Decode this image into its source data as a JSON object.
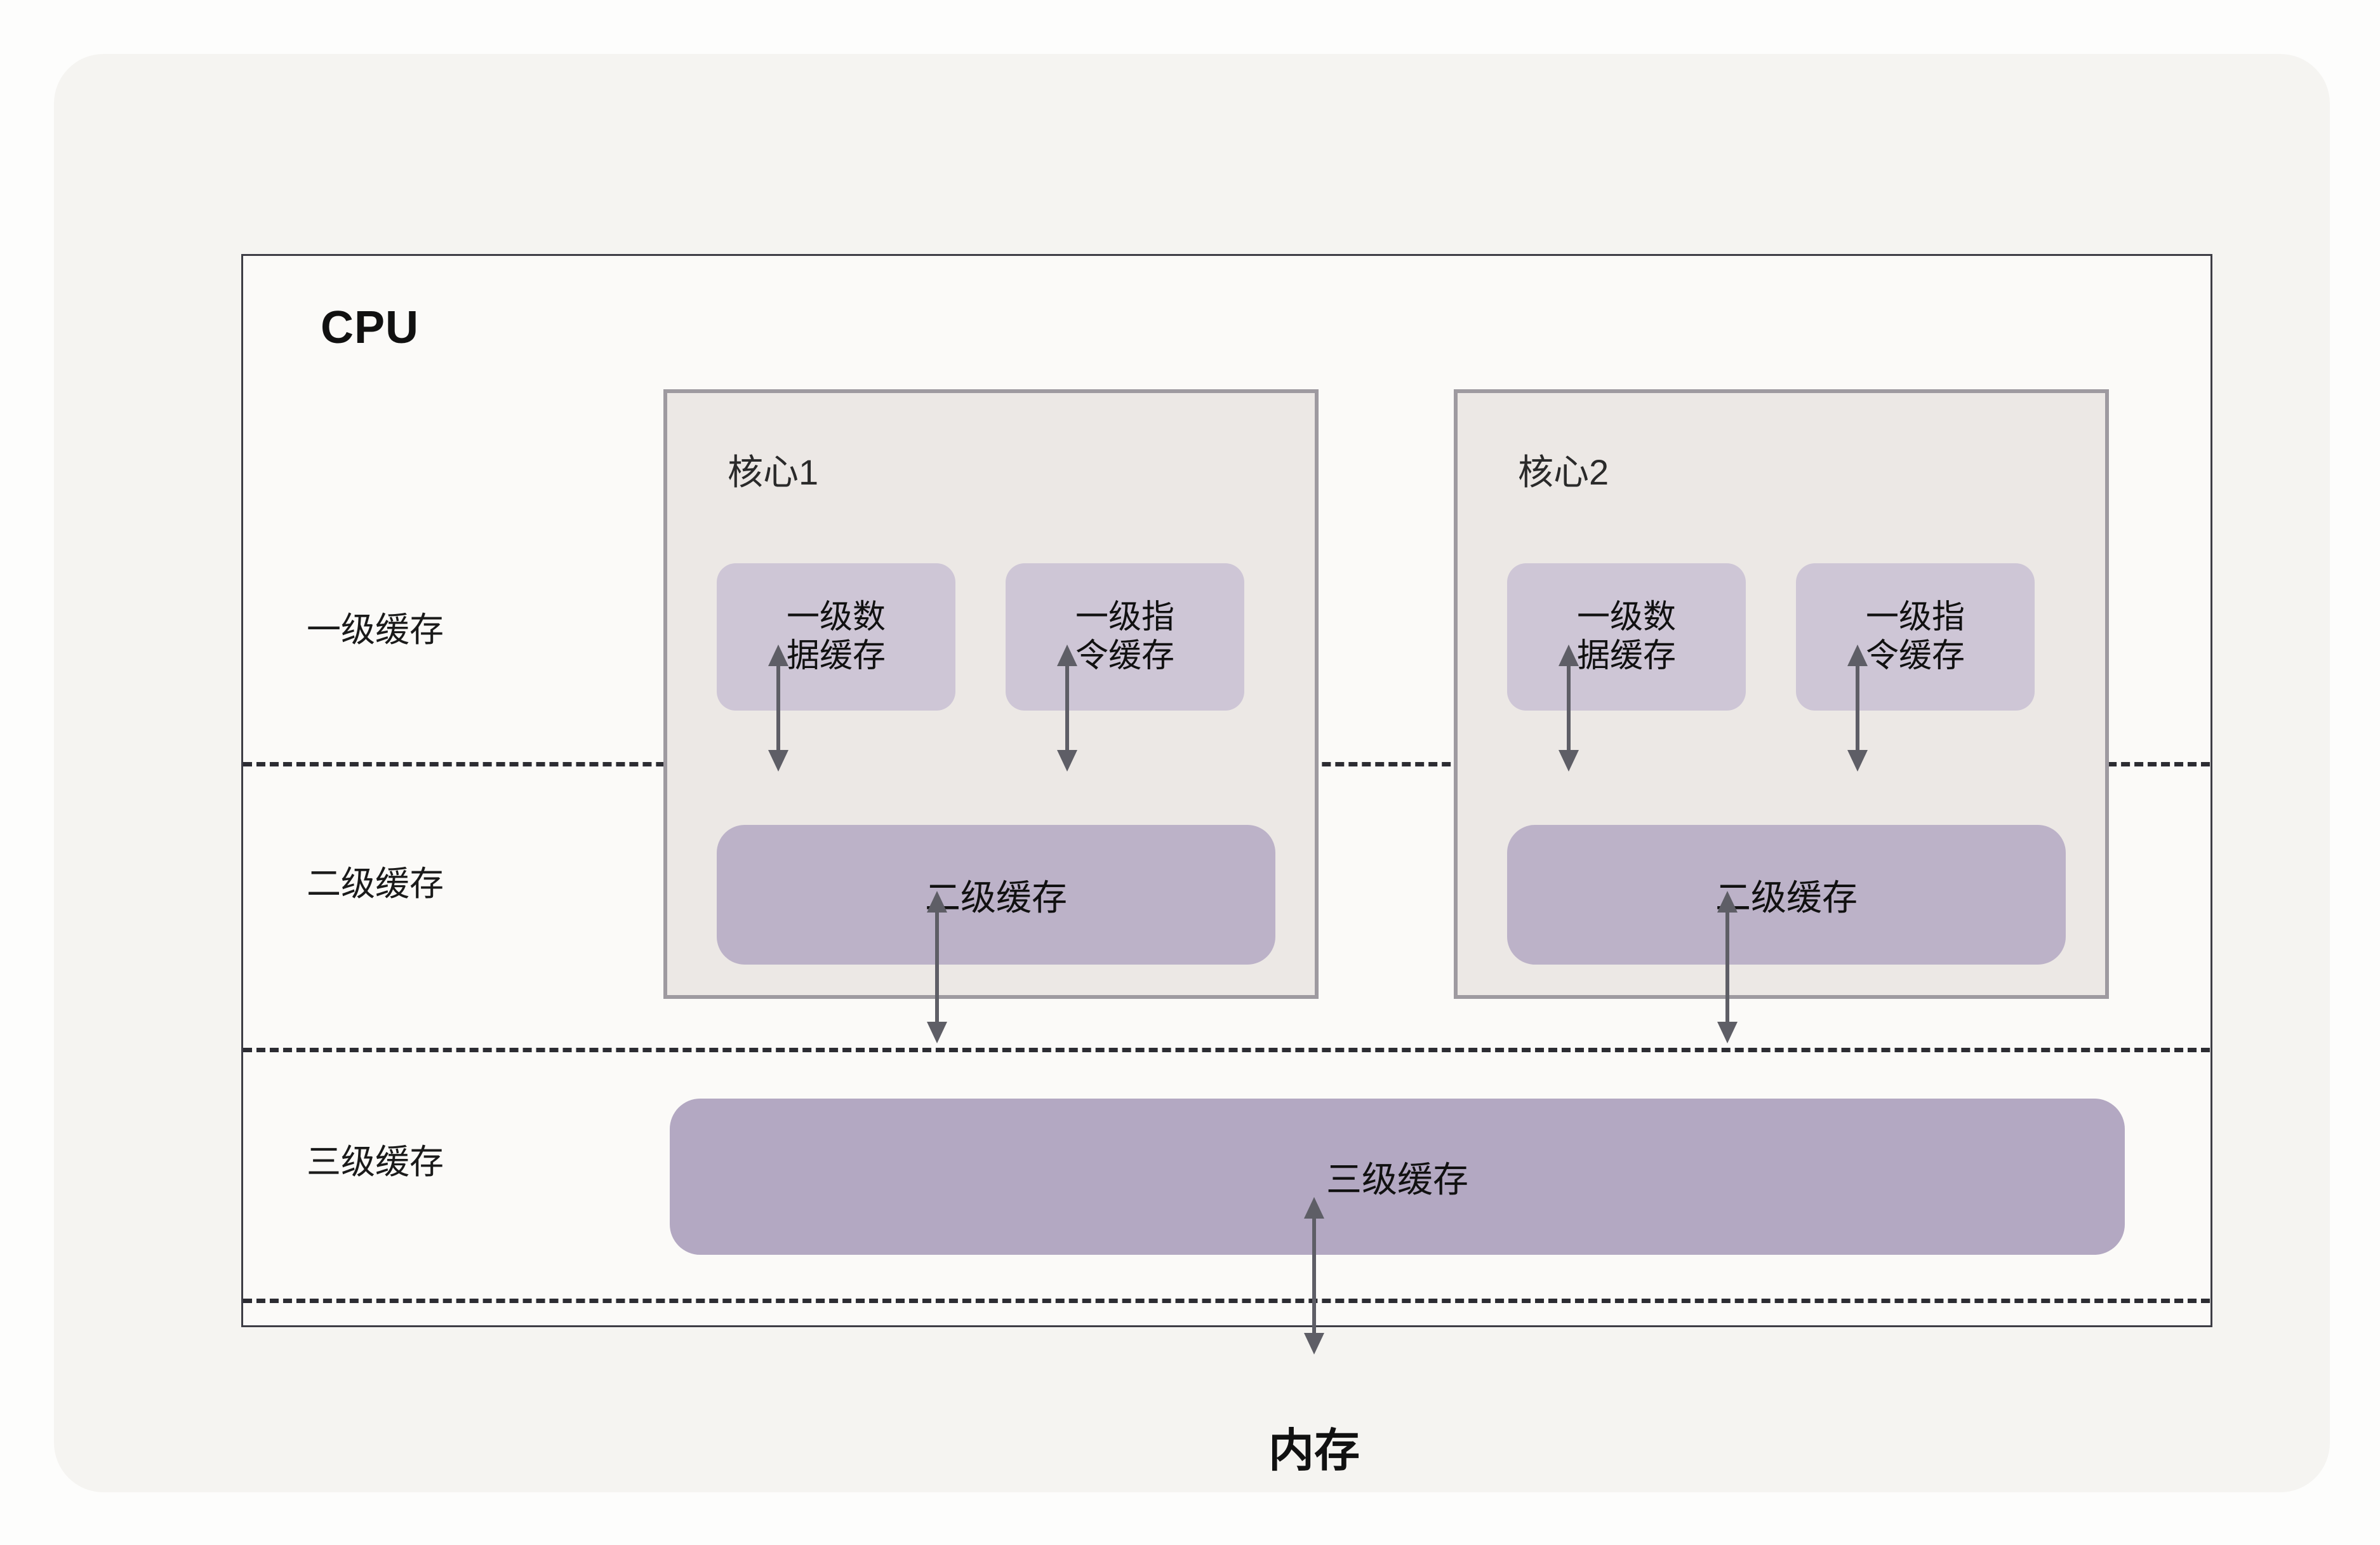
{
  "diagram": {
    "title": "CPU",
    "memory_label": "内存",
    "row_labels": [
      {
        "key": "l1",
        "label": "一级缓存"
      },
      {
        "key": "l2",
        "label": "二级缓存"
      },
      {
        "key": "l3",
        "label": "三级缓存"
      }
    ],
    "cores": [
      {
        "title": "核心1",
        "l1_data": "一级数\n据缓存",
        "l1_inst": "一级指\n令缓存",
        "l2": "二级缓存"
      },
      {
        "title": "核心2",
        "l1_data": "一级数\n据缓存",
        "l1_inst": "一级指\n令缓存",
        "l2": "二级缓存"
      }
    ],
    "l3_cache": "三级缓存",
    "connections": [
      {
        "from": "核心1 一级数据缓存",
        "to": "核心1 二级缓存",
        "style": "double-arrow"
      },
      {
        "from": "核心1 一级指令缓存",
        "to": "核心1 二级缓存",
        "style": "double-arrow"
      },
      {
        "from": "核心2 一级数据缓存",
        "to": "核心2 二级缓存",
        "style": "double-arrow"
      },
      {
        "from": "核心2 一级指令缓存",
        "to": "核心2 二级缓存",
        "style": "double-arrow"
      },
      {
        "from": "核心1 二级缓存",
        "to": "三级缓存",
        "style": "double-arrow"
      },
      {
        "from": "核心2 二级缓存",
        "to": "三级缓存",
        "style": "double-arrow"
      },
      {
        "from": "三级缓存",
        "to": "内存",
        "style": "double-arrow"
      }
    ],
    "colors": {
      "page_background": "#fdfdfc",
      "card_background": "#f5f4f1",
      "cpu_background": "#fbfaf8",
      "cpu_border": "#3d3d45",
      "core_background": "#ece8e5",
      "core_border": "#9e9aa0",
      "l1_fill": "#cec6d6",
      "l2_fill": "#bcb2c8",
      "l3_fill": "#b3a8c2",
      "arrow": "#5e5e66",
      "text": "#111111",
      "divider": "#2c2c32"
    }
  }
}
